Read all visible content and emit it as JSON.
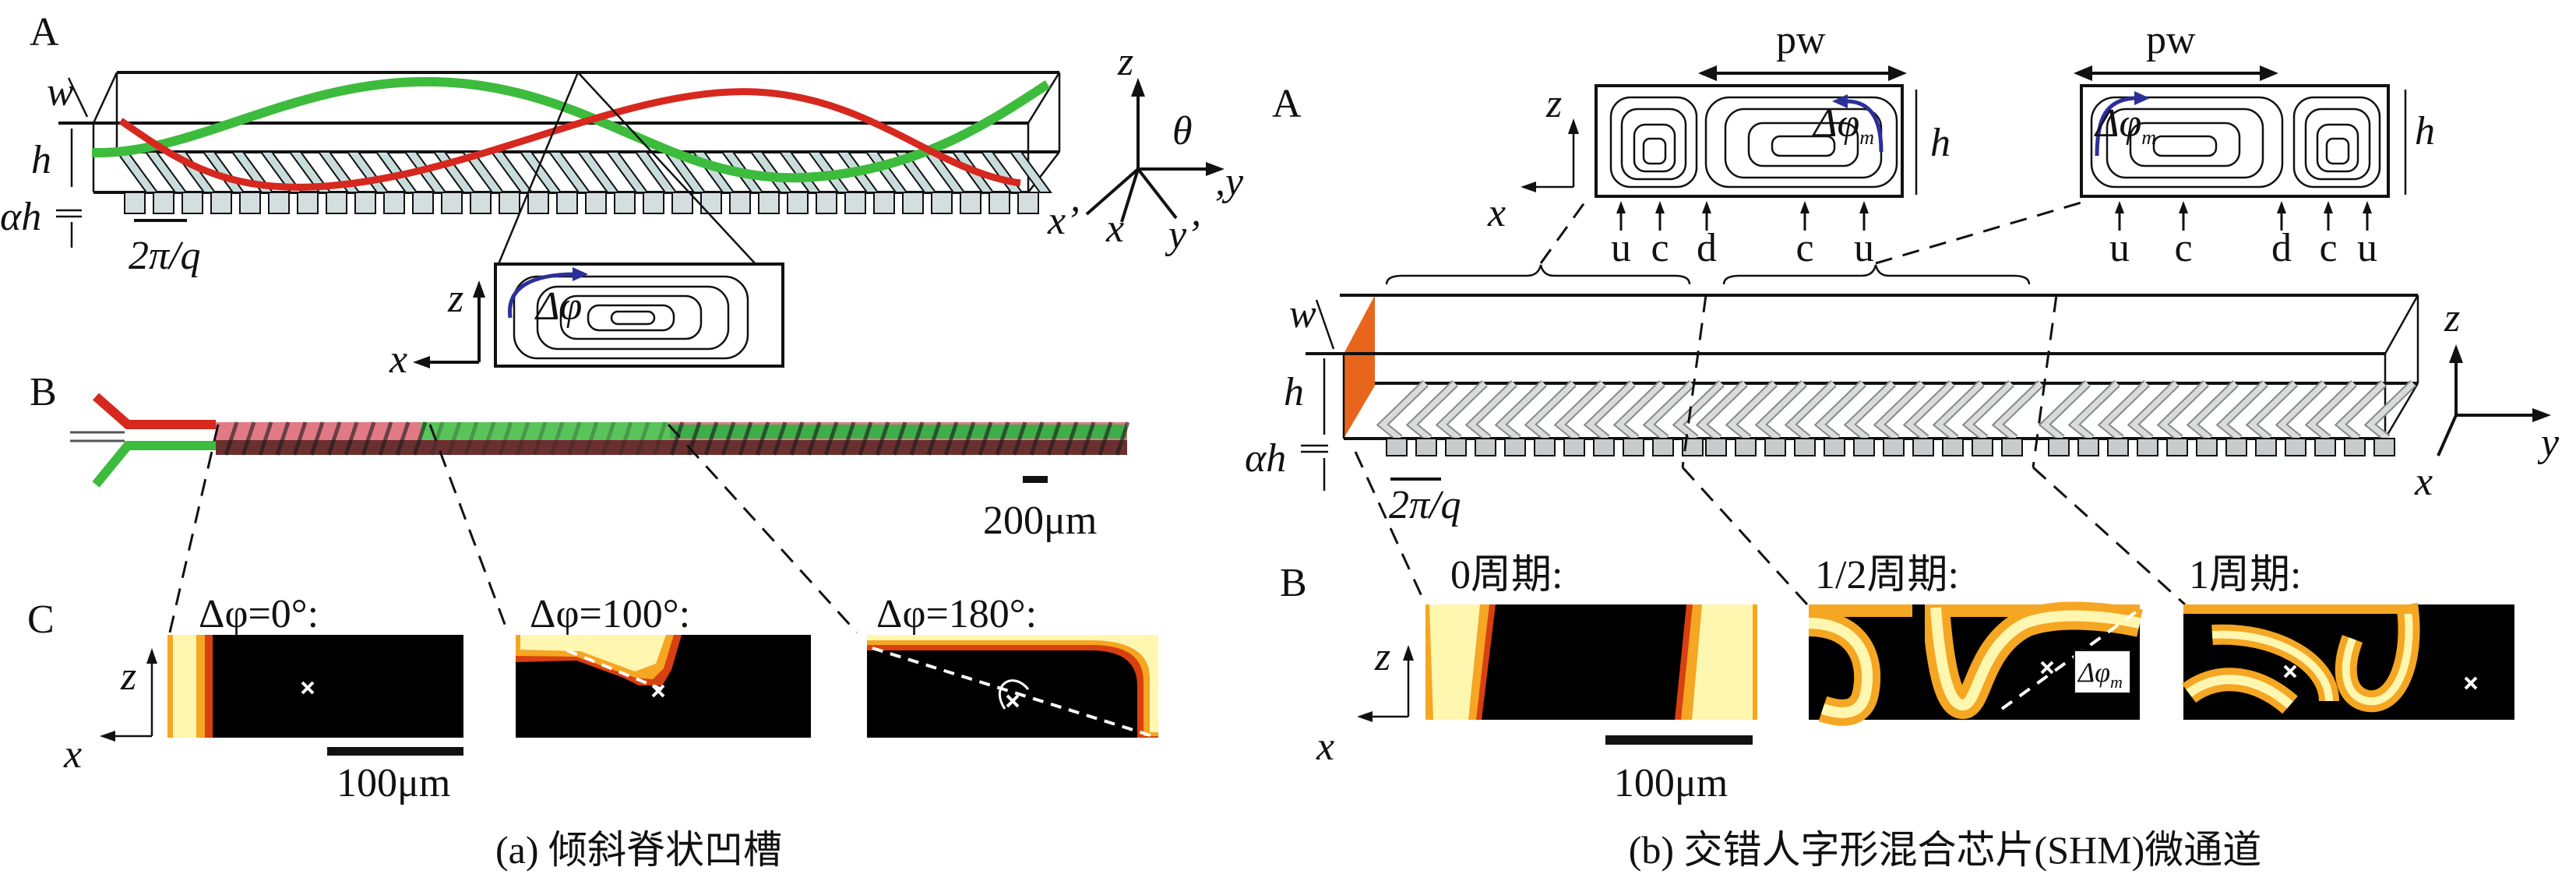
{
  "panel_a": {
    "caption": "(a) 倾斜脊状凹槽",
    "subpanel_labels": {
      "a": "A",
      "b": "B",
      "c": "C"
    },
    "dim_labels": {
      "w": "w",
      "h": "h",
      "alpha_h": "αh",
      "period": "2π/q"
    },
    "axes": {
      "z": "z",
      "x_prime": "x’",
      "x": "x",
      "y_prime": "y’",
      "y": ",y",
      "theta": "θ"
    },
    "inset": {
      "z": "z",
      "x": "x",
      "phase": "Δφ"
    },
    "scale_bar_b": "200μm",
    "sections": [
      {
        "title": "Δφ=0°:"
      },
      {
        "title": "Δφ=100°:"
      },
      {
        "title": "Δφ=180°:"
      }
    ],
    "scale_bar_c": "100μm",
    "axes_c": {
      "z": "z",
      "x": "x"
    }
  },
  "panel_b": {
    "caption": "(b) 交错人字形混合芯片(SHM)微通道",
    "subpanel_labels": {
      "a": "A",
      "b": "B"
    },
    "insets": [
      {
        "width_label": "pw",
        "height_label": "h",
        "phase": "Δφ",
        "phase_sub": "m",
        "positions": [
          "u",
          "c",
          "d",
          "c",
          "u"
        ]
      },
      {
        "width_label": "pw",
        "height_label": "h",
        "phase": "Δφ",
        "phase_sub": "m",
        "positions": [
          "u",
          "c",
          "d",
          "c",
          "u"
        ]
      }
    ],
    "inset_axes": {
      "z": "z",
      "x": "x"
    },
    "dim_labels": {
      "w": "w",
      "h": "h",
      "alpha_h": "αh",
      "period": "2π/q"
    },
    "axes": {
      "z": "z",
      "y": "y",
      "x": "x"
    },
    "sections": [
      {
        "title": "0周期:"
      },
      {
        "title": "1/2周期:"
      },
      {
        "title": "1周期:"
      }
    ],
    "section_phase": "Δφ",
    "section_phase_sub": "m",
    "scale_bar": "100μm",
    "axes_b": {
      "z": "z",
      "x": "x"
    }
  },
  "colors": {
    "green_stream": "#3dbb3d",
    "red_stream": "#d6281f",
    "phase_arrow": "#2b2f9a",
    "inlet_strip": "#e8661c",
    "heat_bright": "#fff6b0",
    "heat_mid": "#f5a623",
    "heat_edge": "#d9400f",
    "heat_bg": "#000000"
  }
}
